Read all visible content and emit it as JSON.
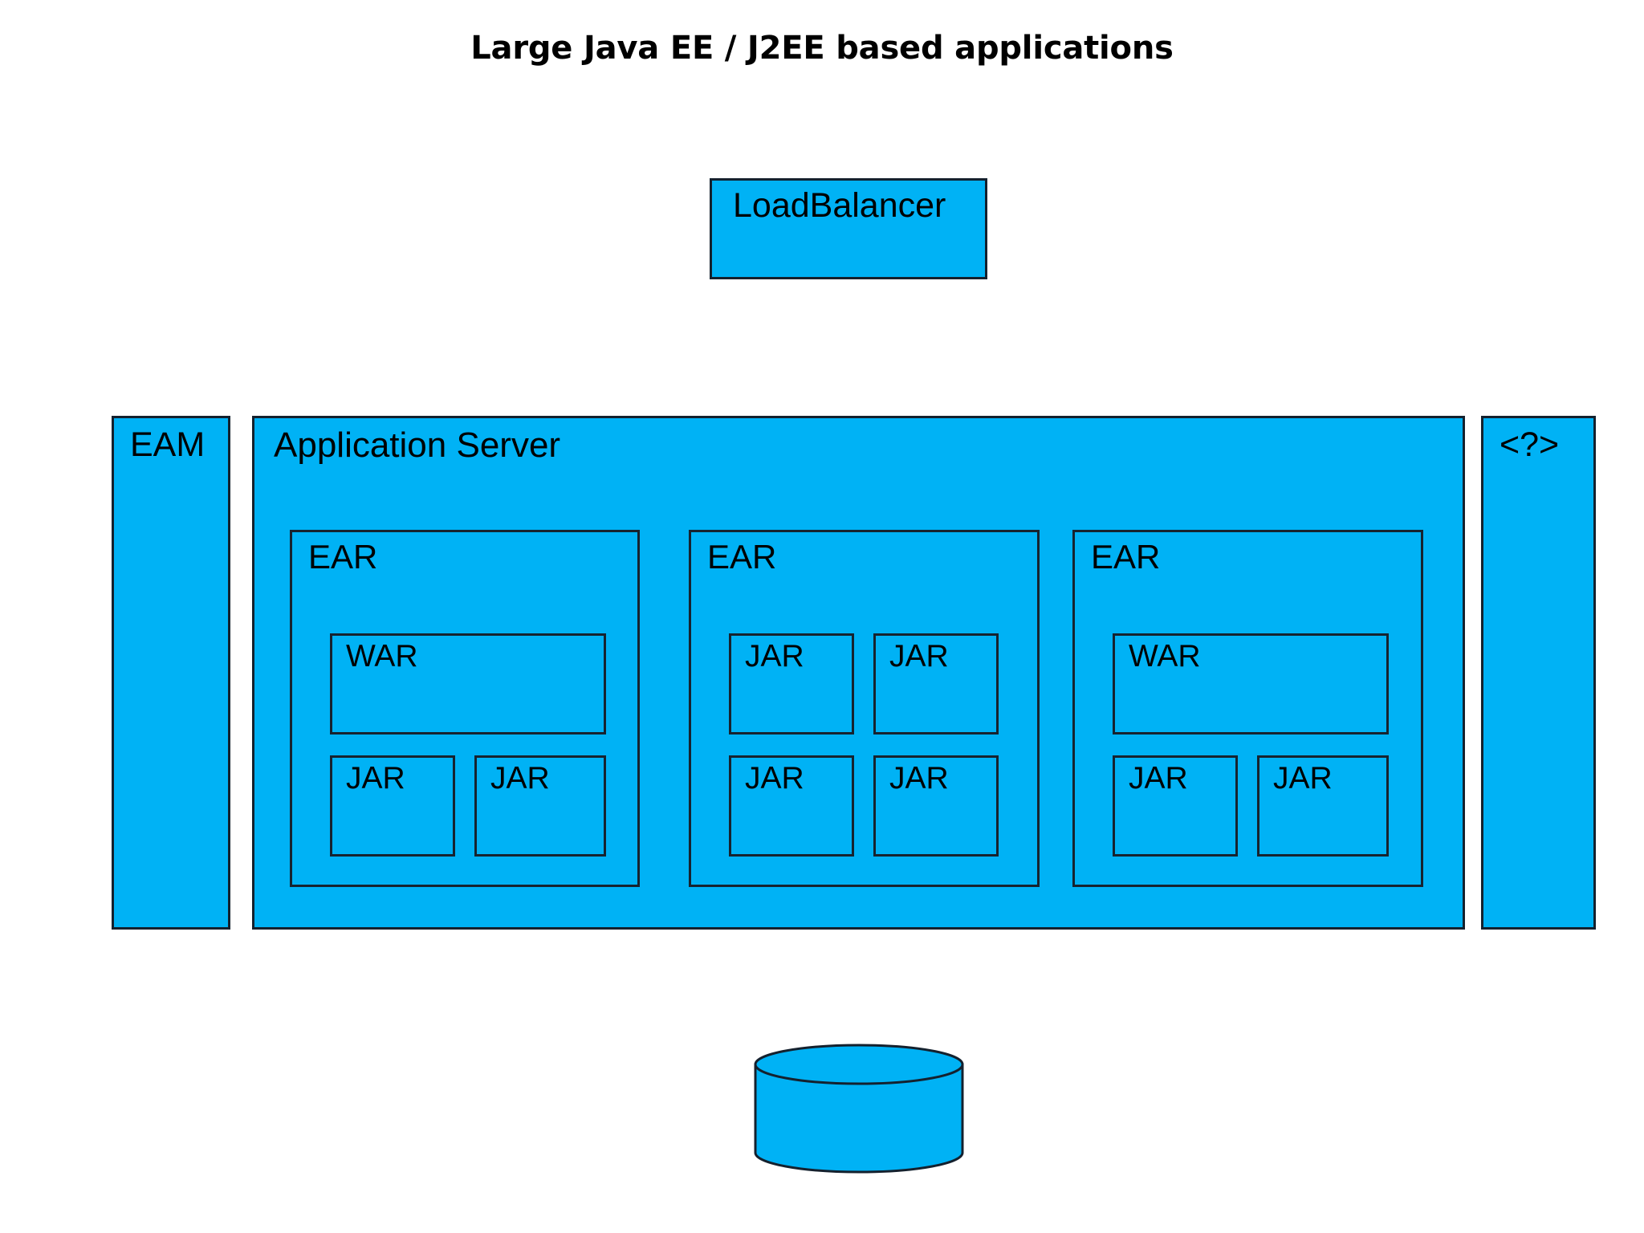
{
  "title": "Large Java EE / J2EE based applications",
  "colors": {
    "node_fill": "#00b2f5",
    "node_stroke": "#14212e",
    "background": "#ffffff",
    "text": "#000000"
  },
  "nodes": {
    "load_balancer": {
      "label": "LoadBalancer"
    },
    "eam": {
      "label": "EAM"
    },
    "unknown": {
      "label": "<?>"
    },
    "app_server": {
      "label": "Application Server"
    },
    "database": {
      "label": ""
    }
  },
  "ears": [
    {
      "label": "EAR",
      "layout": "war-and-jars",
      "artifacts": [
        {
          "label": "WAR",
          "kind": "war"
        },
        {
          "label": "JAR",
          "kind": "jar"
        },
        {
          "label": "JAR",
          "kind": "jar"
        }
      ]
    },
    {
      "label": "EAR",
      "layout": "jar-grid",
      "artifacts": [
        {
          "label": "JAR",
          "kind": "jar"
        },
        {
          "label": "JAR",
          "kind": "jar"
        },
        {
          "label": "JAR",
          "kind": "jar"
        },
        {
          "label": "JAR",
          "kind": "jar"
        }
      ]
    },
    {
      "label": "EAR",
      "layout": "war-and-jars",
      "artifacts": [
        {
          "label": "WAR",
          "kind": "war"
        },
        {
          "label": "JAR",
          "kind": "jar"
        },
        {
          "label": "JAR",
          "kind": "jar"
        }
      ]
    }
  ]
}
